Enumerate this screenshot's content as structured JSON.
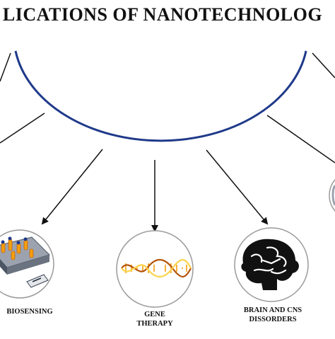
{
  "title": "LICATIONS OF NANOTECHNOLOG",
  "colors": {
    "arc": "#1f3a8a",
    "arrow": "#111111",
    "circle_border": "#9a9a9a",
    "dna_orange": "#f59e0b",
    "dna_yellow": "#fcd34d",
    "brain": "#111111",
    "sensor_gray": "#6b7280"
  },
  "nodes": [
    {
      "id": "biosensing",
      "label_lines": [
        "BIOSENSING"
      ],
      "icon": "biosensor-chip-icon"
    },
    {
      "id": "gene-therapy",
      "label_lines": [
        "GENE",
        "THERAPY"
      ],
      "icon": "dna-double-helix-icon"
    },
    {
      "id": "brain-cns",
      "label_lines": [
        "BRAIN AND CNS",
        "DISSORDERS"
      ],
      "icon": "brain-icon"
    },
    {
      "id": "partial-right",
      "label_lines": [],
      "icon": "partial-circle-icon"
    }
  ]
}
